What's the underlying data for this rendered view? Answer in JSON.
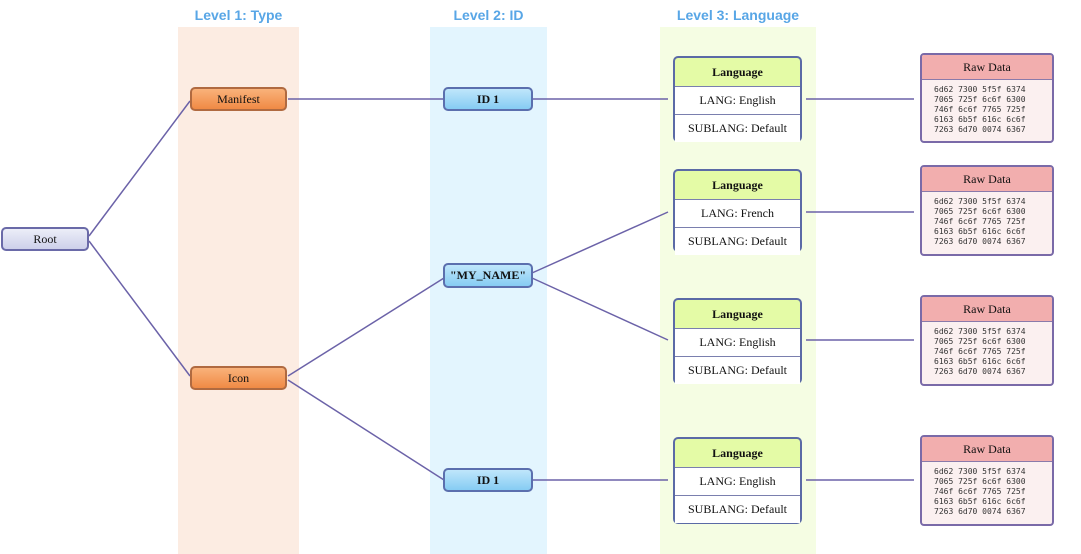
{
  "columns": {
    "level1": "Level 1: Type",
    "level2": "Level 2: ID",
    "level3": "Level 3: Language"
  },
  "colors": {
    "level1_bg": "#fcece2",
    "level2_bg": "#e3f5fe",
    "level3_bg": "#f5fde3",
    "wire": "#6b62a8",
    "column_title": "#58a6e6"
  },
  "root": {
    "label": "Root"
  },
  "types": [
    {
      "label": "Manifest"
    },
    {
      "label": "Icon"
    }
  ],
  "ids": [
    {
      "label": "ID 1"
    },
    {
      "label": "\"MY_NAME\""
    },
    {
      "label": "ID 1"
    }
  ],
  "languages": [
    {
      "header": "Language",
      "lang": "LANG: English",
      "sublang": "SUBLANG: Default"
    },
    {
      "header": "Language",
      "lang": "LANG: French",
      "sublang": "SUBLANG: Default"
    },
    {
      "header": "Language",
      "lang": "LANG: English",
      "sublang": "SUBLANG: Default"
    },
    {
      "header": "Language",
      "lang": "LANG: English",
      "sublang": "SUBLANG: Default"
    }
  ],
  "raw_data": [
    {
      "header": "Raw Data",
      "hex": "6d62 7300 5f5f 6374\n7065 725f 6c6f 6300\n746f 6c6f 7765 725f\n6163 6b5f 616c 6c6f\n7263 6d70 0074 6367"
    },
    {
      "header": "Raw Data",
      "hex": "6d62 7300 5f5f 6374\n7065 725f 6c6f 6300\n746f 6c6f 7765 725f\n6163 6b5f 616c 6c6f\n7263 6d70 0074 6367"
    },
    {
      "header": "Raw Data",
      "hex": "6d62 7300 5f5f 6374\n7065 725f 6c6f 6300\n746f 6c6f 7765 725f\n6163 6b5f 616c 6c6f\n7263 6d70 0074 6367"
    },
    {
      "header": "Raw Data",
      "hex": "6d62 7300 5f5f 6374\n7065 725f 6c6f 6300\n746f 6c6f 7765 725f\n6163 6b5f 616c 6c6f\n7263 6d70 0074 6367"
    }
  ]
}
